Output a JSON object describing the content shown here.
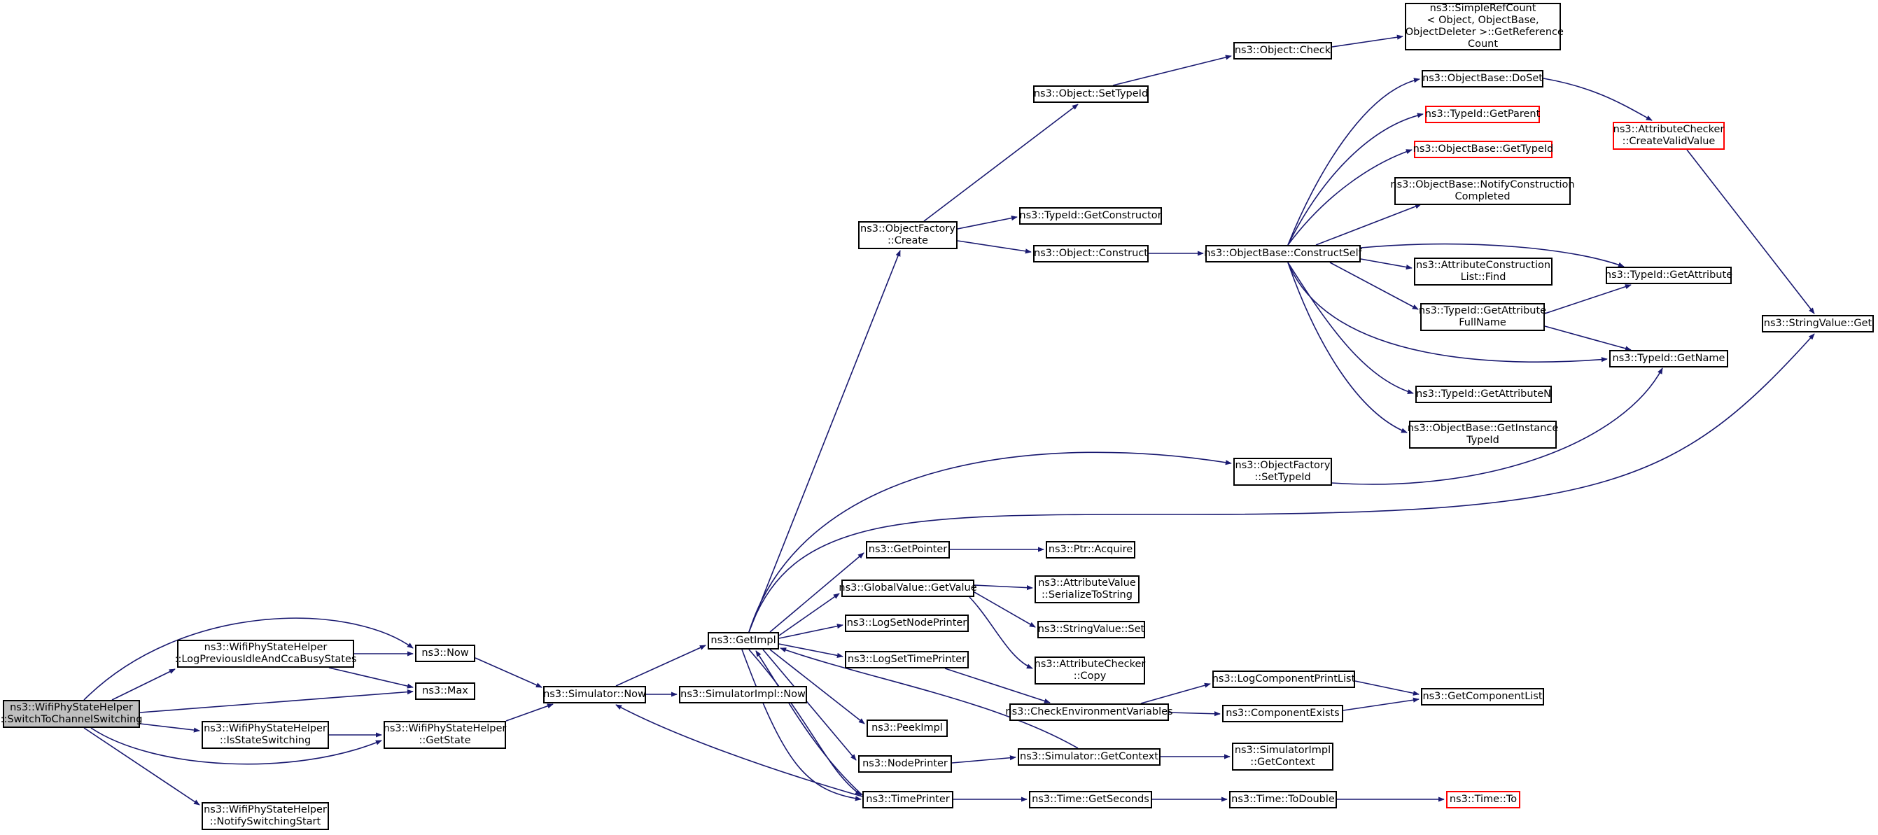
{
  "colors": {
    "edge": "#191970",
    "border": "#000000",
    "external": "#ff0000",
    "root_fill": "#bfbfbf"
  },
  "nodes": [
    {
      "id": "root",
      "label": "ns3::WifiPhyStateHelper\n::SwitchToChannelSwitching"
    },
    {
      "id": "logprev",
      "label": "ns3::WifiPhyStateHelper\n::LogPreviousIdleAndCcaBusyStates"
    },
    {
      "id": "isswitch",
      "label": "ns3::WifiPhyStateHelper\n::IsStateSwitching"
    },
    {
      "id": "notifysw",
      "label": "ns3::WifiPhyStateHelper\n::NotifySwitchingStart"
    },
    {
      "id": "now",
      "label": "ns3::Now"
    },
    {
      "id": "max",
      "label": "ns3::Max"
    },
    {
      "id": "getstate",
      "label": "ns3::WifiPhyStateHelper\n::GetState"
    },
    {
      "id": "simnow",
      "label": "ns3::Simulator::Now"
    },
    {
      "id": "simimplnow",
      "label": "ns3::SimulatorImpl::Now"
    },
    {
      "id": "getimpl",
      "label": "ns3::GetImpl"
    },
    {
      "id": "ofcreate",
      "label": "ns3::ObjectFactory\n::Create"
    },
    {
      "id": "objsettypeid",
      "label": "ns3::Object::SetTypeId"
    },
    {
      "id": "objcheck",
      "label": "ns3::Object::Check"
    },
    {
      "id": "simplerefcount",
      "label": "ns3::SimpleRefCount\n< Object, ObjectBase,\n ObjectDeleter >::GetReference\nCount"
    },
    {
      "id": "getconstructor",
      "label": "ns3::TypeId::GetConstructor"
    },
    {
      "id": "objconstruct",
      "label": "ns3::Object::Construct"
    },
    {
      "id": "constructself",
      "label": "ns3::ObjectBase::ConstructSelf"
    },
    {
      "id": "doset",
      "label": "ns3::ObjectBase::DoSet"
    },
    {
      "id": "getparent",
      "label": "ns3::TypeId::GetParent",
      "external": true
    },
    {
      "id": "obgettypeid",
      "label": "ns3::ObjectBase::GetTypeId",
      "external": true
    },
    {
      "id": "notifyconstr",
      "label": "ns3::ObjectBase::NotifyConstruction\nCompleted"
    },
    {
      "id": "acfind",
      "label": "ns3::AttributeConstruction\nList::Find"
    },
    {
      "id": "getattrfull",
      "label": "ns3::TypeId::GetAttribute\nFullName"
    },
    {
      "id": "getattrn",
      "label": "ns3::TypeId::GetAttributeN"
    },
    {
      "id": "getinsttypeid",
      "label": "ns3::ObjectBase::GetInstance\nTypeId"
    },
    {
      "id": "createvalid",
      "label": "ns3::AttributeChecker\n::CreateValidValue",
      "external": true
    },
    {
      "id": "getattribute",
      "label": "ns3::TypeId::GetAttribute"
    },
    {
      "id": "getname",
      "label": "ns3::TypeId::GetName"
    },
    {
      "id": "stringget",
      "label": "ns3::StringValue::Get"
    },
    {
      "id": "ofsettypeid",
      "label": "ns3::ObjectFactory\n::SetTypeId"
    },
    {
      "id": "getpointer",
      "label": "ns3::GetPointer"
    },
    {
      "id": "ptracquire",
      "label": "ns3::Ptr::Acquire"
    },
    {
      "id": "gvgetvalue",
      "label": "ns3::GlobalValue::GetValue"
    },
    {
      "id": "avserialize",
      "label": "ns3::AttributeValue\n::SerializeToString"
    },
    {
      "id": "stringset",
      "label": "ns3::StringValue::Set"
    },
    {
      "id": "accopy",
      "label": "ns3::AttributeChecker\n::Copy"
    },
    {
      "id": "logsetnode",
      "label": "ns3::LogSetNodePrinter"
    },
    {
      "id": "logsettime",
      "label": "ns3::LogSetTimePrinter"
    },
    {
      "id": "checkenv",
      "label": "ns3::CheckEnvironmentVariables"
    },
    {
      "id": "logcomplist",
      "label": "ns3::LogComponentPrintList"
    },
    {
      "id": "compexists",
      "label": "ns3::ComponentExists"
    },
    {
      "id": "getcomplist",
      "label": "ns3::GetComponentList"
    },
    {
      "id": "peekimpl",
      "label": "ns3::PeekImpl"
    },
    {
      "id": "nodeprinter",
      "label": "ns3::NodePrinter"
    },
    {
      "id": "simgetctx",
      "label": "ns3::Simulator::GetContext"
    },
    {
      "id": "simimplgetctx",
      "label": "ns3::SimulatorImpl\n::GetContext"
    },
    {
      "id": "timeprinter",
      "label": "ns3::TimePrinter"
    },
    {
      "id": "timegetsec",
      "label": "ns3::Time::GetSeconds"
    },
    {
      "id": "timetodouble",
      "label": "ns3::Time::ToDouble"
    },
    {
      "id": "timeto",
      "label": "ns3::Time::To",
      "external": true
    }
  ]
}
